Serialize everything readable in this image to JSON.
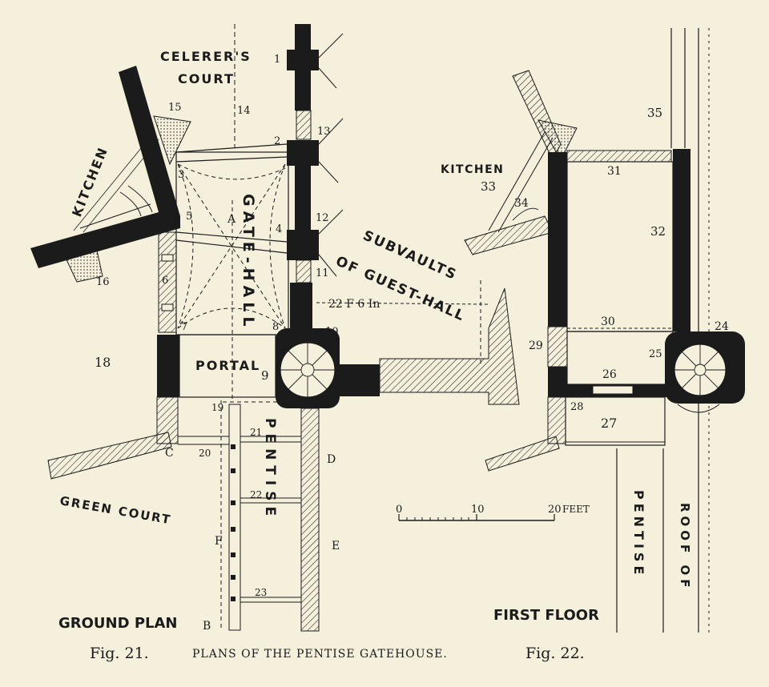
{
  "figure": {
    "caption_left": "Fig. 21.",
    "caption_title": "PLANS OF THE PENTISE GATEHOUSE.",
    "caption_right": "Fig. 22."
  },
  "ground_plan": {
    "title": "GROUND PLAN",
    "labels": {
      "celerers": "CELERER'S",
      "court": "COURT",
      "kitchen": "KITCHEN",
      "gate_hall": "GATE-HALL",
      "portal": "PORTAL",
      "pentise": "PENTISE",
      "green_court": "GREEN COURT",
      "subvaults_1": "SUBVAULTS",
      "subvaults_2": "OF GUEST-HALL",
      "dimension": "22 F 6 In",
      "point_a": "A",
      "point_b": "B",
      "point_c": "C",
      "point_d": "D",
      "point_e": "E",
      "point_f": "F"
    },
    "numbers": [
      "1",
      "2",
      "3",
      "4",
      "5",
      "6",
      "7",
      "8",
      "9",
      "10",
      "11",
      "12",
      "13",
      "14",
      "15",
      "16",
      "18",
      "19",
      "20",
      "21",
      "22",
      "23"
    ]
  },
  "first_floor": {
    "title": "FIRST FLOOR",
    "labels": {
      "kitchen": "KITCHEN",
      "pentise": "PENTISE",
      "roof_of": "ROOF OF"
    },
    "numbers": [
      "24",
      "25",
      "26",
      "27",
      "28",
      "29",
      "30",
      "31",
      "32",
      "33",
      "34",
      "35"
    ]
  },
  "scale": {
    "ticks": [
      "0",
      "10",
      "20"
    ],
    "unit": "FEET"
  },
  "colors": {
    "ink": "#1b1b1b",
    "paper": "#f4f0dc"
  }
}
